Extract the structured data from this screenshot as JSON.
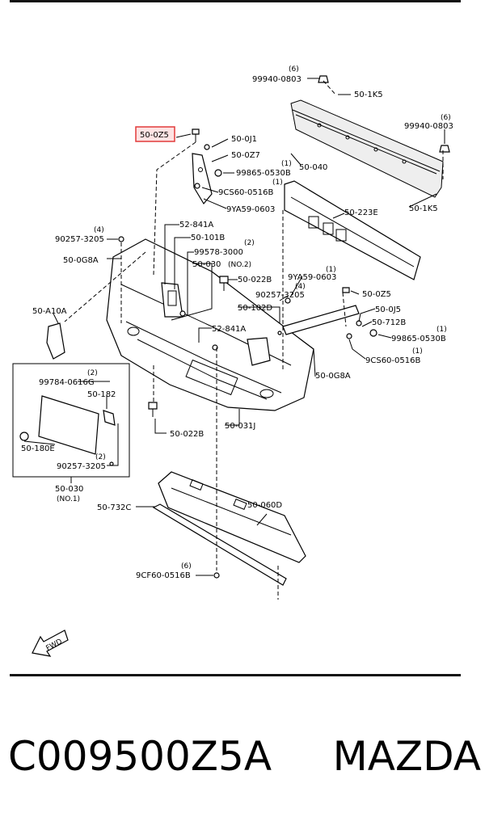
{
  "highlighted_part": "50-0Z5",
  "labels": {
    "l01": "99940-0803",
    "q01": "(6)",
    "l02": "50-1K5",
    "l03": "99940-0803",
    "q03": "(6)",
    "l04": "50-0Z5",
    "l05": "50-0J1",
    "l06": "50-0Z7",
    "l07": "99865-0530B",
    "q07": "(1)",
    "l08": "50-040",
    "l09": "9CS60-0516B",
    "q09": "(1)",
    "l10": "9YA59-0603",
    "l11": "50-223E",
    "l12": "50-1K5",
    "l13": "52-841A",
    "l14": "90257-3205",
    "q14": "(4)",
    "l15": "50-101B",
    "l16": "99578-3000",
    "q16": "(2)",
    "l17": "50-0G8A",
    "l18": "50-030",
    "l18b": "(NO.2)",
    "l19": "50-022B",
    "l20": "9YA59-0603",
    "q20": "(1)",
    "l21": "90257-3205",
    "q21": "(4)",
    "l22": "50-0Z5",
    "l23": "50-A10A",
    "l24": "50-102D",
    "l25": "50-0J5",
    "l26": "50-712B",
    "l27": "52-841A",
    "l28": "99865-0530B",
    "q28": "(1)",
    "l29": "9CS60-0516B",
    "q29": "(1)",
    "l30": "99784-0616G",
    "q30": "(2)",
    "l31": "50-182",
    "l32": "50-0G8A",
    "l33": "50-180E",
    "l34": "90257-3205",
    "q34": "(2)",
    "l35": "50-022B",
    "l36": "50-031J",
    "l37": "50-030",
    "l37b": "(NO.1)",
    "l38": "50-732C",
    "l39": "50-060D",
    "l40": "9CF60-0516B",
    "q40": "(6)",
    "fwd": "FWD"
  },
  "caption": {
    "part_number": "C009500Z5A",
    "brand": "MAZDA"
  },
  "colors": {
    "highlight_border": "#e23b3b",
    "highlight_fill": "#fde3e3"
  }
}
